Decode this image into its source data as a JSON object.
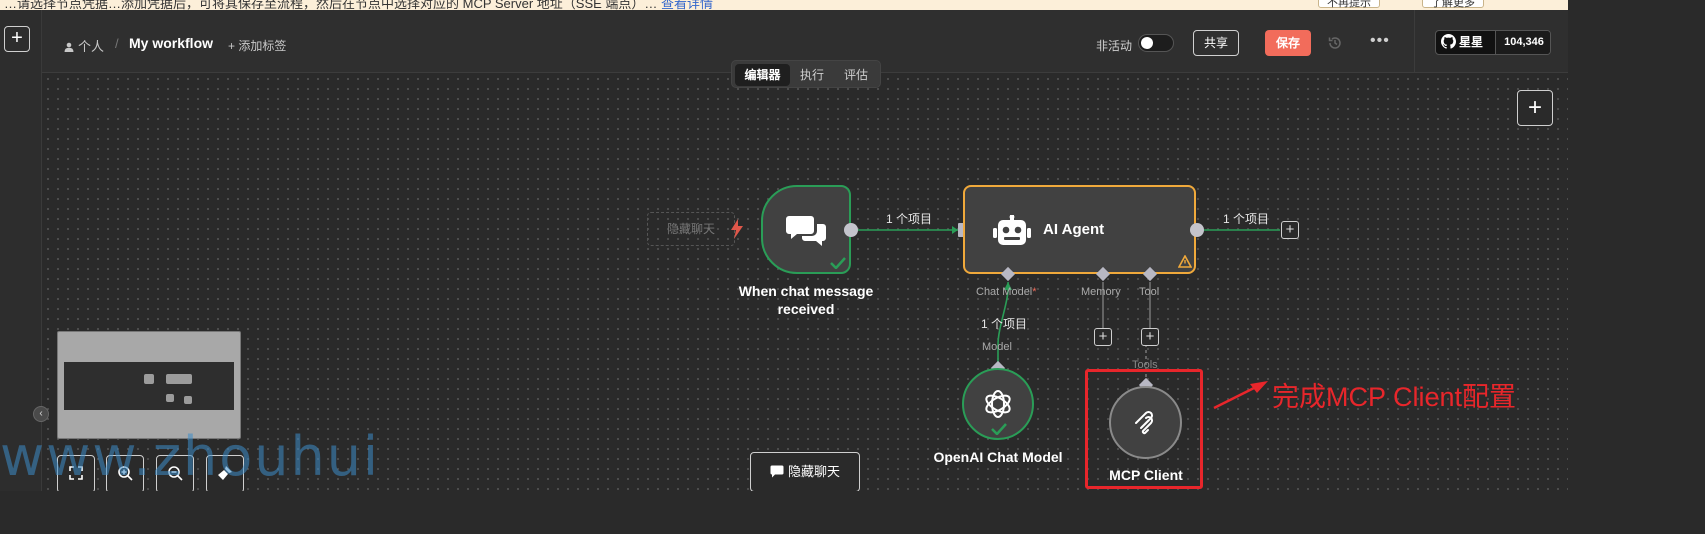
{
  "banner": {
    "text": "…请选择节点凭据…添加凭据后，可将其保存至流程，然后在节点中选择对应的 MCP Server 地址（SSE 端点）…",
    "link": "查看详情",
    "btn1": "不再提示",
    "btn2": "了解更多"
  },
  "header": {
    "personal": "个人",
    "separator": "/",
    "workflow_title": "My workflow",
    "add_tag": "+ 添加标签",
    "inactive_label": "非活动",
    "share_label": "共享",
    "save_label": "保存",
    "more_label": "•••"
  },
  "github": {
    "star_label": "星星",
    "star_count": "104,346"
  },
  "tabs": [
    {
      "label": "编辑器",
      "active": true
    },
    {
      "label": "执行",
      "active": false
    },
    {
      "label": "评估",
      "active": false
    }
  ],
  "canvas": {
    "hide_chat_ghost": "隐藏聊天",
    "trigger_label": "When chat message received",
    "agent_title": "AI Agent",
    "edge_label_1": "1 个项目",
    "edge_label_2": "1 个项目",
    "edge_label_model": "1 个项目",
    "port_chat_model": "Chat Model",
    "port_required": "*",
    "port_memory": "Memory",
    "port_tool": "Tool",
    "port_model": "Model",
    "port_tools": "Tools",
    "openai_label": "OpenAI Chat Model",
    "mcp_label": "MCP Client",
    "annotation": "完成MCP Client配置",
    "hide_chat_button": "隐藏聊天"
  },
  "watermark": "www.zhouhui",
  "colors": {
    "accent_save": "#f26c5b",
    "success": "#2a9d57",
    "agent_border": "#f0a93b",
    "highlight_red": "#e8262b"
  }
}
